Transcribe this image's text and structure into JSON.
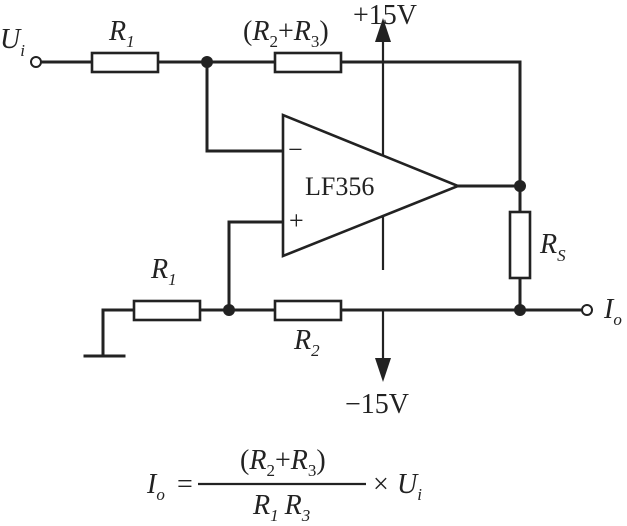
{
  "circuit": {
    "input_label": {
      "main": "U",
      "sub": "i"
    },
    "output_label": {
      "main": "I",
      "sub": "o"
    },
    "opamp": {
      "name": "LF356",
      "minus_sign": "−",
      "plus_sign": "+"
    },
    "supply_pos": "+15V",
    "supply_neg": "−15V",
    "r1_top": {
      "main": "R",
      "sub": "1"
    },
    "r1_bottom": {
      "main": "R",
      "sub": "1"
    },
    "r2_bottom": {
      "main": "R",
      "sub": "2"
    },
    "rs": {
      "main": "R",
      "sub": "S"
    },
    "r23_top": {
      "open_paren": "(",
      "r2_main": "R",
      "r2_sub": "2",
      "plus": "+",
      "r3_main": "R",
      "r3_sub": "3",
      "close_paren": ")"
    }
  },
  "formula": {
    "lhs_main": "I",
    "lhs_sub": "o",
    "equals": "=",
    "numerator": {
      "open_paren": "(",
      "r2_main": "R",
      "r2_sub": "2",
      "plus": "+",
      "r3_main": "R",
      "r3_sub": "3",
      "close_paren": ")"
    },
    "denominator": {
      "r1_main": "R",
      "r1_sub": "1",
      "r3_main": "R",
      "r3_sub": "3"
    },
    "times": "×",
    "rhs_main": "U",
    "rhs_sub": "i"
  }
}
